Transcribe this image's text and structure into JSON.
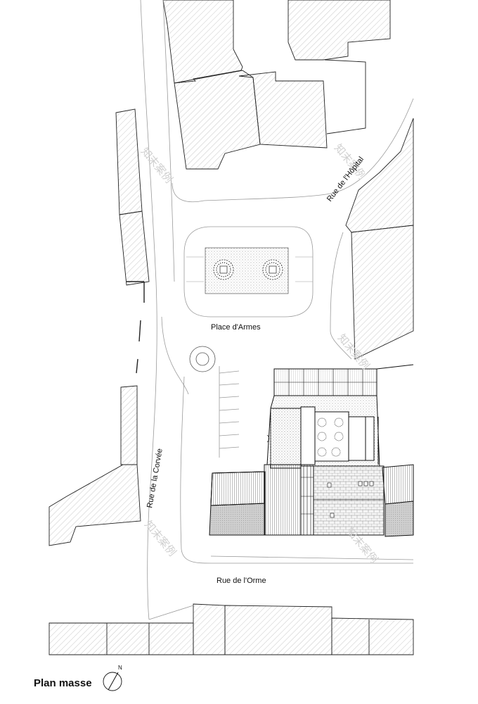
{
  "plan": {
    "title": "Plan masse",
    "north_label": "N"
  },
  "streets": {
    "hopital": "Rue de l'Hôpital",
    "armes": "Place d'Armes",
    "corvee": "Rue de la Corvée",
    "orme": "Rue de l'Orme"
  },
  "watermark": "知末案例",
  "colors": {
    "ink": "#111111",
    "hatch": "#bbbbbb",
    "road_edge": "#9a9a9a",
    "fill_grey": "#d4d4d4"
  }
}
